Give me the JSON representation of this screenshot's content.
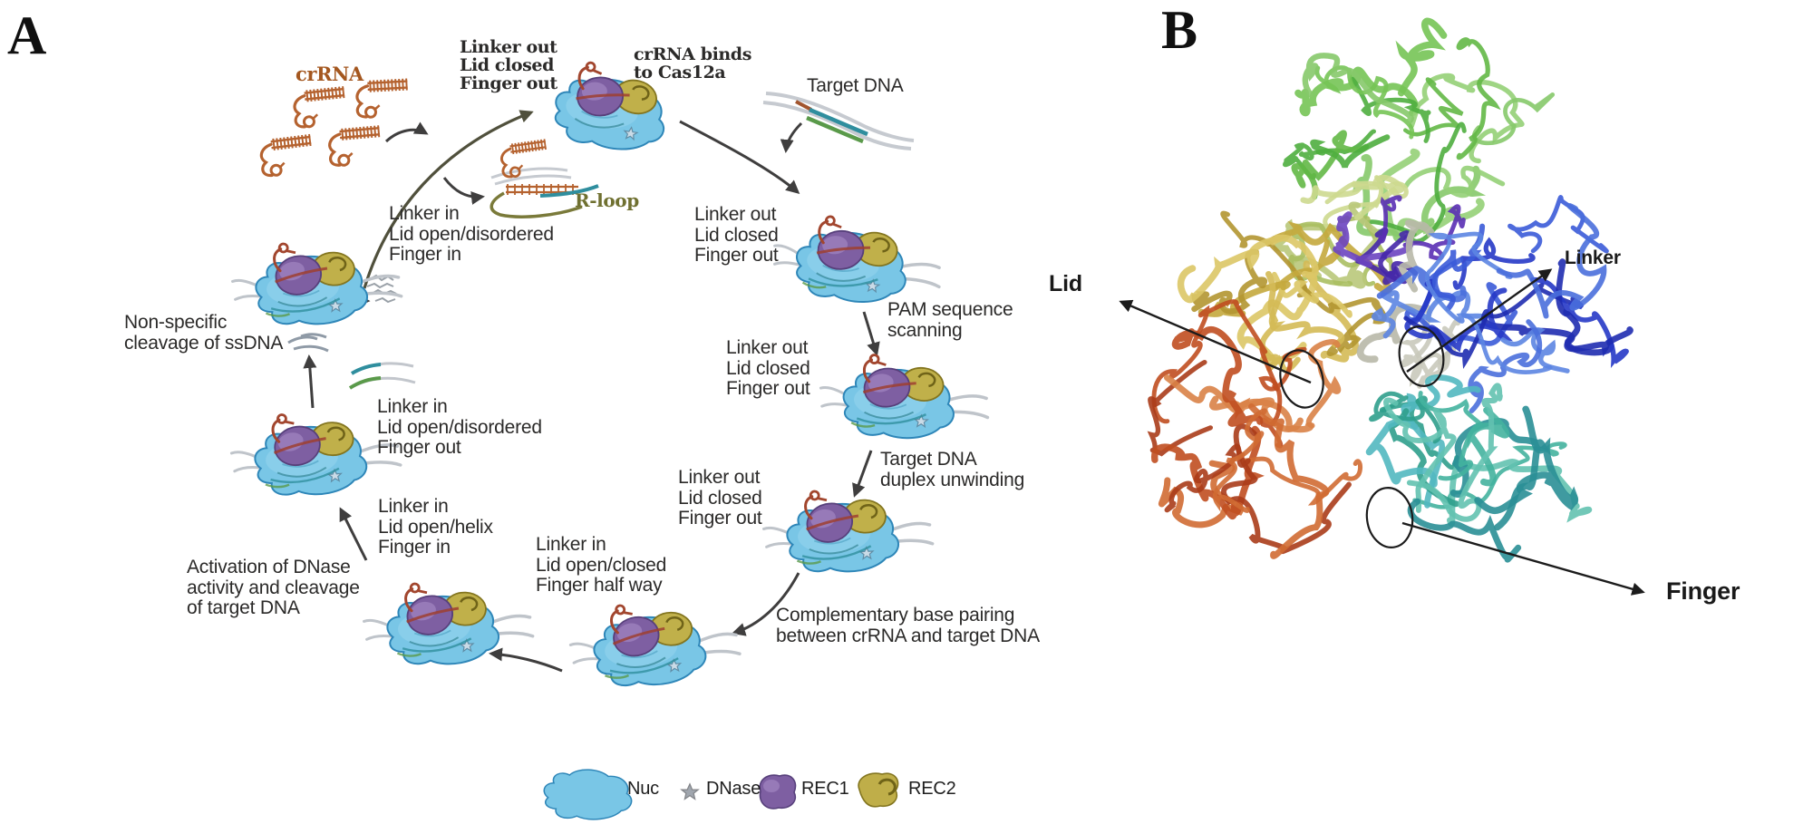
{
  "figure": {
    "panelA": {
      "label": "A",
      "crRNA_label": "crRNA",
      "rloop_label": "R-loop",
      "crRNA_binds": "crRNA binds\nto Cas12a",
      "target_dna": "Target DNA",
      "states": {
        "s1": "Linker out\nLid closed\nFinger out",
        "s2": "Linker out\nLid closed\nFinger out",
        "s3": "Linker out\nLid closed\nFinger out",
        "s4": "Linker out\nLid closed\nFinger out",
        "s5": "Linker in\nLid open/closed\nFinger half way",
        "s6": "Linker in\nLid open/helix\nFinger in",
        "s7": "Linker in\nLid open/disordered\nFinger out",
        "s8": "Linker in\nLid open/disordered\nFinger in"
      },
      "steps": {
        "pam": "PAM sequence\nscanning",
        "unwinding": "Target DNA\nduplex unwinding",
        "pairing": "Complementary base pairing\nbetween crRNA and target DNA",
        "activation": "Activation of DNase\nactivity and cleavage\nof target DNA",
        "nonspecific": "Non-specific\ncleavage of ssDNA"
      },
      "legend": [
        {
          "icon": "nuc-blob",
          "label": "Nuc"
        },
        {
          "icon": "dnase-star",
          "label": "DNase"
        },
        {
          "icon": "rec1-blob",
          "label": "REC1"
        },
        {
          "icon": "rec2-blob",
          "label": "REC2"
        }
      ],
      "colors": {
        "crRNA": "#a4571f",
        "rloop_label": "#6f7030",
        "nuc": "#79c6e6",
        "rec1": "#7e5fa2",
        "rec2": "#c0b04a",
        "dna_gray": "#c2c6cc",
        "target_strand": "#2f8e9e",
        "nontarget_strand": "#5a9a4a",
        "arrow": "#3f3e3e"
      }
    },
    "panelB": {
      "label": "B",
      "annotations": {
        "lid": "Lid",
        "linker": "Linker",
        "finger": "Finger"
      },
      "domain_colors": {
        "green": "#4fae3f",
        "yellow": "#c4a93d",
        "red": "#c04e20",
        "purple": "#5a2fb4",
        "blue": "#2638c6",
        "teal": "#2f9e8c"
      }
    }
  }
}
